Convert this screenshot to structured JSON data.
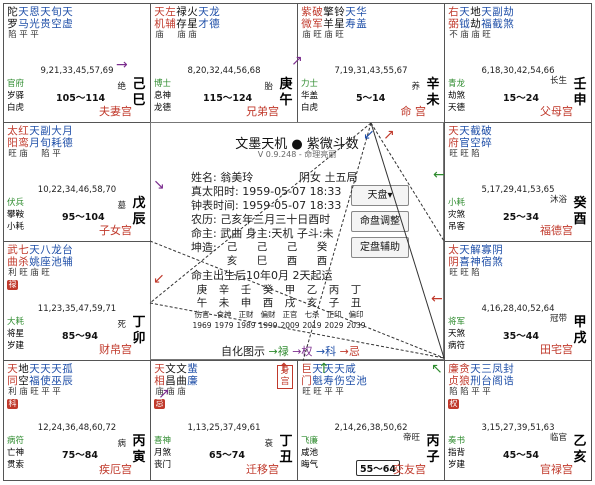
{
  "colors": {
    "red": "#c0392b",
    "blue": "#1f4fa8",
    "green": "#2e8b2e",
    "purple": "#7b2d8e",
    "black": "#111111",
    "orange": "#d2691e"
  },
  "cells": [
    {
      "id": "si",
      "stars": [
        [
          "陀",
          "#111111"
        ],
        [
          "天",
          "#1f4fa8"
        ],
        [
          "恩",
          "#1f4fa8"
        ],
        [
          "天",
          "#1f4fa8"
        ],
        [
          "旬",
          "#1f4fa8"
        ],
        [
          "天",
          "#1f4fa8"
        ]
      ],
      "stars2": [
        [
          "罗",
          "#111111"
        ],
        [
          "马",
          "#1f4fa8"
        ],
        [
          "光",
          "#1f4fa8"
        ],
        [
          "贵",
          "#1f4fa8"
        ],
        [
          "空",
          "#1f4fa8"
        ],
        [
          "虚",
          "#1f4fa8"
        ]
      ],
      "bright": [
        "陷",
        "平",
        "平"
      ],
      "ages": "9,21,33,45,57,69",
      "left1": "官府",
      "left2": "岁驿",
      "left3": "白虎",
      "dayun": "105～114",
      "cs": "绝",
      "gz": [
        "己",
        "巳"
      ],
      "palace": "夫妻宫"
    },
    {
      "id": "wu",
      "stars": [
        [
          "天",
          "#c0392b"
        ],
        [
          "左",
          "#c0392b"
        ],
        [
          "禄",
          "#111111"
        ],
        [
          "火",
          "#111111"
        ],
        [
          "天",
          "#1f4fa8"
        ],
        [
          "龙",
          "#1f4fa8"
        ]
      ],
      "stars2": [
        [
          "机",
          "#c0392b"
        ],
        [
          "辅",
          "#c0392b"
        ],
        [
          "存",
          "#111111"
        ],
        [
          "星",
          "#111111"
        ],
        [
          "才",
          "#1f4fa8"
        ],
        [
          "德",
          "#1f4fa8"
        ]
      ],
      "bright": [
        "庙",
        "",
        "庙",
        "庙"
      ],
      "ages": "8,20,32,44,56,68",
      "left1": "博士",
      "left2": "息神",
      "left3": "龙德",
      "dayun": "115～124",
      "cs": "胎",
      "gz": [
        "庚",
        "午"
      ],
      "palace": "兄弟宫"
    },
    {
      "id": "wei",
      "stars": [
        [
          "紫",
          "#c0392b"
        ],
        [
          "破",
          "#c0392b"
        ],
        [
          "擎",
          "#111111"
        ],
        [
          "铃",
          "#111111"
        ],
        [
          "天",
          "#1f4fa8"
        ],
        [
          "华",
          "#1f4fa8"
        ]
      ],
      "stars2": [
        [
          "微",
          "#c0392b"
        ],
        [
          "军",
          "#c0392b"
        ],
        [
          "羊",
          "#111111"
        ],
        [
          "星",
          "#111111"
        ],
        [
          "寿",
          "#1f4fa8"
        ],
        [
          "盖",
          "#1f4fa8"
        ]
      ],
      "bright": [
        "庙",
        "旺",
        "庙",
        "旺"
      ],
      "ages": "7,19,31,43,55,67",
      "left1": "力士",
      "left2": "华盖",
      "left3": "白虎",
      "dayun": "5～14",
      "cs": "养",
      "gz": [
        "辛",
        "未"
      ],
      "palace": "命 宫"
    },
    {
      "id": "shen",
      "stars": [
        [
          "右",
          "#c0392b"
        ],
        [
          "天",
          "#1f4fa8"
        ],
        [
          "地",
          "#111111"
        ],
        [
          "天",
          "#1f4fa8"
        ],
        [
          "副",
          "#1f4fa8"
        ],
        [
          "劫",
          "#1f4fa8"
        ]
      ],
      "stars2": [
        [
          "弼",
          "#c0392b"
        ],
        [
          "钺",
          "#1f4fa8"
        ],
        [
          "劫",
          "#111111"
        ],
        [
          "福",
          "#1f4fa8"
        ],
        [
          "截",
          "#1f4fa8"
        ],
        [
          "煞",
          "#1f4fa8"
        ]
      ],
      "bright": [
        "不",
        "庙",
        "庙",
        "旺"
      ],
      "ages": "6,18,30,42,54,66",
      "left1": "青龙",
      "left2": "劫煞",
      "left3": "天德",
      "dayun": "15～24",
      "cs": "长生",
      "gz": [
        "壬",
        "申"
      ],
      "palace": "父母宫"
    },
    {
      "id": "chen",
      "stars": [
        [
          "太",
          "#c0392b"
        ],
        [
          "红",
          "#c0392b"
        ],
        [
          "天",
          "#1f4fa8"
        ],
        [
          "副",
          "#1f4fa8"
        ],
        [
          "大",
          "#1f4fa8"
        ],
        [
          "月",
          "#1f4fa8"
        ]
      ],
      "stars2": [
        [
          "阳",
          "#c0392b"
        ],
        [
          "鸾",
          "#c0392b"
        ],
        [
          "月",
          "#1f4fa8"
        ],
        [
          "旬",
          "#1f4fa8"
        ],
        [
          "耗",
          "#1f4fa8"
        ],
        [
          "德",
          "#1f4fa8"
        ]
      ],
      "bright": [
        "旺",
        "庙",
        "",
        "陷",
        "平"
      ],
      "ages": "10,22,34,46,58,70",
      "left1": "伏兵",
      "left2": "攀鞍",
      "left3": "小耗",
      "dayun": "95～104",
      "cs": "墓",
      "gz": [
        "戊",
        "辰"
      ],
      "palace": "子女宫"
    },
    {
      "id": "you",
      "stars": [
        [
          "天",
          "#c0392b"
        ],
        [
          "天",
          "#1f4fa8"
        ],
        [
          "截",
          "#1f4fa8"
        ],
        [
          "破",
          "#1f4fa8"
        ]
      ],
      "stars2": [
        [
          "府",
          "#c0392b"
        ],
        [
          "官",
          "#1f4fa8"
        ],
        [
          "空",
          "#1f4fa8"
        ],
        [
          "碎",
          "#1f4fa8"
        ]
      ],
      "bright": [
        "旺",
        "旺",
        "陷"
      ],
      "ages": "5,17,29,41,53,65",
      "left1": "小耗",
      "left2": "灾煞",
      "left3": "吊客",
      "dayun": "25～34",
      "cs": "沐浴",
      "gz": [
        "癸",
        "酉"
      ],
      "palace": "福德宫"
    },
    {
      "id": "mao",
      "stars": [
        [
          "武",
          "#c0392b"
        ],
        [
          "七",
          "#c0392b"
        ],
        [
          "天",
          "#1f4fa8"
        ],
        [
          "八",
          "#1f4fa8"
        ],
        [
          "龙",
          "#1f4fa8"
        ],
        [
          "台",
          "#1f4fa8"
        ]
      ],
      "stars2": [
        [
          "曲",
          "#c0392b"
        ],
        [
          "杀",
          "#c0392b"
        ],
        [
          "姚",
          "#1f4fa8"
        ],
        [
          "座",
          "#1f4fa8"
        ],
        [
          "池",
          "#1f4fa8"
        ],
        [
          "辅",
          "#1f4fa8"
        ]
      ],
      "bright": [
        "利",
        "旺",
        "庙",
        "旺"
      ],
      "hua": "禄",
      "ages": "11,23,35,47,59,71",
      "left1": "大耗",
      "left2": "将星",
      "left3": "岁建",
      "dayun": "85～94",
      "cs": "死",
      "gz": [
        "丁",
        "卯"
      ],
      "palace": "财帛宫"
    },
    {
      "id": "xu",
      "stars": [
        [
          "太",
          "#c0392b"
        ],
        [
          "天",
          "#1f4fa8"
        ],
        [
          "解",
          "#1f4fa8"
        ],
        [
          "寡",
          "#1f4fa8"
        ],
        [
          "阴",
          "#1f4fa8"
        ]
      ],
      "stars2": [
        [
          "阴",
          "#c0392b"
        ],
        [
          "喜",
          "#1f4fa8"
        ],
        [
          "神",
          "#1f4fa8"
        ],
        [
          "宿",
          "#1f4fa8"
        ],
        [
          "煞",
          "#1f4fa8"
        ]
      ],
      "bright": [
        "旺",
        "旺",
        "陷"
      ],
      "ages": "4,16,28,40,52,64",
      "left1": "将军",
      "left2": "天煞",
      "left3": "病符",
      "dayun": "35～44",
      "cs": "冠带",
      "gz": [
        "甲",
        "戌"
      ],
      "palace": "田宅宫"
    },
    {
      "id": "yin",
      "stars": [
        [
          "天",
          "#c0392b"
        ],
        [
          "地",
          "#111111"
        ],
        [
          "天",
          "#1f4fa8"
        ],
        [
          "天",
          "#1f4fa8"
        ],
        [
          "天",
          "#1f4fa8"
        ],
        [
          "孤",
          "#1f4fa8"
        ]
      ],
      "stars2": [
        [
          "同",
          "#c0392b"
        ],
        [
          "空",
          "#111111"
        ],
        [
          "福",
          "#1f4fa8"
        ],
        [
          "使",
          "#1f4fa8"
        ],
        [
          "巫",
          "#1f4fa8"
        ],
        [
          "辰",
          "#1f4fa8"
        ]
      ],
      "bright": [
        "利",
        "庙",
        "旺",
        "平",
        "平"
      ],
      "hua": "科",
      "ages": "12,24,36,48,60,72",
      "left1": "病符",
      "left2": "亡神",
      "left3": "贯索",
      "dayun": "75～84",
      "cs": "病",
      "gz": [
        "丙",
        "寅"
      ],
      "palace": "疾厄宫"
    },
    {
      "id": "chou",
      "stars": [
        [
          "天",
          "#c0392b"
        ],
        [
          "文",
          "#111111"
        ],
        [
          "文",
          "#111111"
        ],
        [
          "蜚",
          "#1f4fa8"
        ]
      ],
      "stars2": [
        [
          "相",
          "#c0392b"
        ],
        [
          "昌",
          "#111111"
        ],
        [
          "曲",
          "#111111"
        ],
        [
          "廉",
          "#1f4fa8"
        ]
      ],
      "bright": [
        "庙",
        "庙",
        "庙"
      ],
      "hua": "忌",
      "ages": "1,13,25,37,49,61",
      "left1": "喜神",
      "left2": "月煞",
      "left3": "丧门",
      "dayun": "65～74",
      "cs": "衰",
      "gz": [
        "丁",
        "丑"
      ],
      "palace": "迁移宫",
      "shen": "身宫"
    },
    {
      "id": "zi",
      "stars": [
        [
          "巨",
          "#c0392b"
        ],
        [
          "天",
          "#1f4fa8"
        ],
        [
          "天",
          "#1f4fa8"
        ],
        [
          "天",
          "#1f4fa8"
        ],
        [
          "咸",
          "#1f4fa8"
        ]
      ],
      "stars2": [
        [
          "门",
          "#c0392b"
        ],
        [
          "魁",
          "#1f4fa8"
        ],
        [
          "寿",
          "#1f4fa8"
        ],
        [
          "伤",
          "#1f4fa8"
        ],
        [
          "空",
          "#1f4fa8"
        ],
        [
          "池",
          "#1f4fa8"
        ]
      ],
      "bright": [
        "旺",
        "旺",
        "平",
        "平"
      ],
      "ages": "2,14,26,38,50,62",
      "left1": "飞廉",
      "left2": "咸池",
      "left3": "晦气",
      "dayun": "55～64",
      "cs": "帝旺",
      "gz": [
        "丙",
        "子"
      ],
      "palace": "交友宫"
    },
    {
      "id": "hai",
      "stars": [
        [
          "廉",
          "#c0392b"
        ],
        [
          "贪",
          "#c0392b"
        ],
        [
          "天",
          "#1f4fa8"
        ],
        [
          "三",
          "#1f4fa8"
        ],
        [
          "凤",
          "#1f4fa8"
        ],
        [
          "封",
          "#1f4fa8"
        ]
      ],
      "stars2": [
        [
          "贞",
          "#c0392b"
        ],
        [
          "狼",
          "#c0392b"
        ],
        [
          "刑",
          "#1f4fa8"
        ],
        [
          "台",
          "#1f4fa8"
        ],
        [
          "阁",
          "#1f4fa8"
        ],
        [
          "诰",
          "#1f4fa8"
        ]
      ],
      "bright": [
        "陷",
        "陷",
        "平",
        "平"
      ],
      "hua": "权",
      "ages": "3,15,27,39,51,63",
      "left1": "奏书",
      "left2": "指背",
      "left3": "岁建",
      "dayun": "45～54",
      "cs": "临官",
      "gz": [
        "乙",
        "亥"
      ],
      "palace": "官禄宫"
    }
  ],
  "center": {
    "title": "文墨天机 ● 紫微斗数",
    "version": "V 0.9.248 - 命理亮丽",
    "name": "姓名: 翁美玲",
    "gender": "阴女 土五局",
    "solar_true": "真太阳时: 1959-05-07 18:33",
    "clock": "钟表时间: 1959-05-07 18:33",
    "lunar": "农历: 己亥年三月三十日酉时",
    "ming": "命主: 武曲 身主:天机 子斗:未",
    "kunzao_label": "坤造:",
    "pillars1": [
      "己",
      "己",
      "己",
      "癸"
    ],
    "pillars2": [
      "亥",
      "巳",
      "酉",
      "酉"
    ],
    "qiyun": "命主出生后10年0月 2天起运",
    "dy_stems": [
      "庚",
      "辛",
      "壬",
      "癸",
      "甲",
      "乙",
      "丙",
      "丁"
    ],
    "dy_branches": [
      "午",
      "未",
      "申",
      "酉",
      "戌",
      "亥",
      "子",
      "丑"
    ],
    "dy_gods": [
      "伤官",
      "食神",
      "正财",
      "偏财",
      "正官",
      "七杀",
      "正印",
      "偏印"
    ],
    "dy_years": [
      "1969",
      "1979",
      "1989",
      "1999",
      "2009",
      "2019",
      "2029",
      "2039"
    ],
    "flow_label": "自化图示",
    "flow_lu": "→禄",
    "flow_quan": "→权",
    "flow_ke": "→科",
    "flow_ji": "→忌",
    "btn1": "天盘▾",
    "btn2": "命盘调整",
    "btn3": "定盘辅助"
  }
}
